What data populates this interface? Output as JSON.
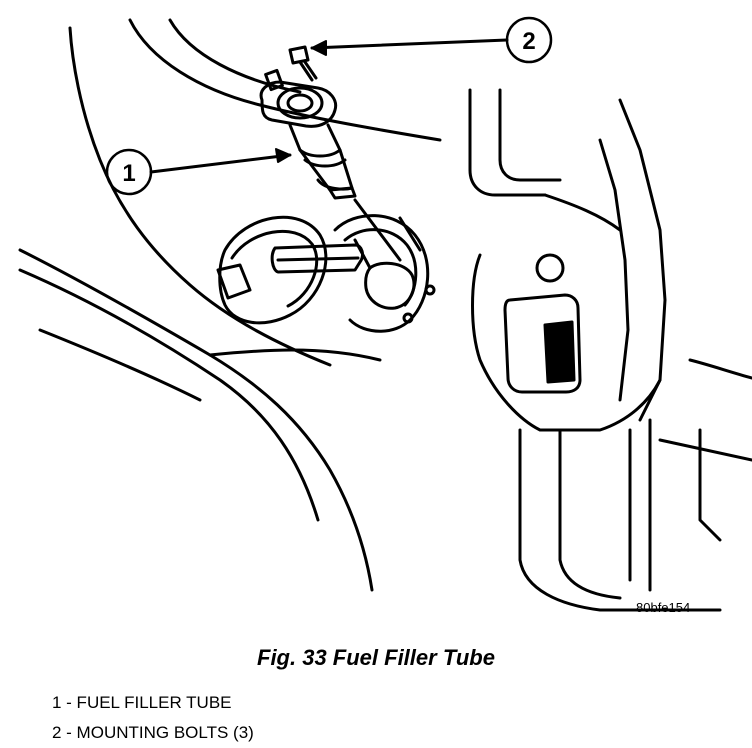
{
  "figure": {
    "code": "80bfe154",
    "caption": "Fig. 33 Fuel Filler Tube"
  },
  "callouts": [
    {
      "number": "1"
    },
    {
      "number": "2"
    }
  ],
  "legend": [
    {
      "text": "1 - FUEL FILLER TUBE"
    },
    {
      "text": "2 - MOUNTING BOLTS (3)"
    }
  ]
}
